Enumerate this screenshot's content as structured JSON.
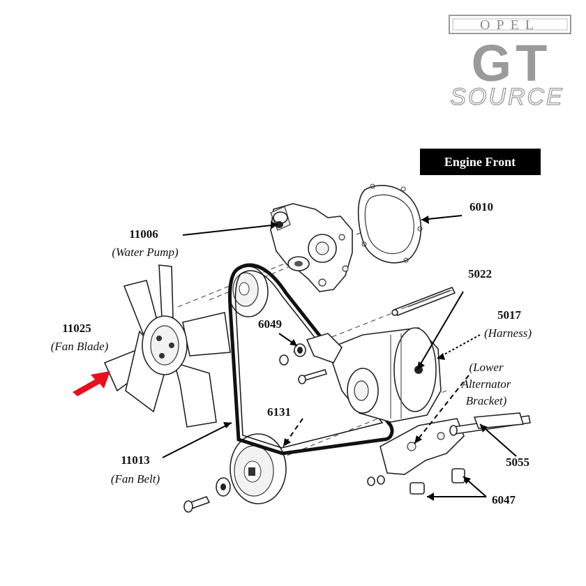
{
  "logo": {
    "brand": "OPEL",
    "model": "GT",
    "sub": "SOURCE"
  },
  "engine_front_label": "Engine Front",
  "parts": {
    "water_pump": {
      "number": "11006",
      "description": "(Water Pump)"
    },
    "fan_blade": {
      "number": "11025",
      "description": "(Fan Blade)"
    },
    "fan_belt": {
      "number": "11013",
      "description": "(Fan Belt)"
    },
    "gasket": {
      "number": "6010"
    },
    "alternator": {
      "number": "5022"
    },
    "harness": {
      "number": "5017",
      "description": "(Harness)"
    },
    "nut": {
      "number": "6049"
    },
    "pulley": {
      "number": "6131"
    },
    "lower_bracket": {
      "desc_line1": "(Lower",
      "desc_line2": "Alternator",
      "desc_line3": "Bracket)"
    },
    "bolt_5055": {
      "number": "5055"
    },
    "bushing": {
      "number": "6047"
    }
  },
  "colors": {
    "pointer_arrow": "#e8101a",
    "label_box": "#000000",
    "logo_gray": "#9a9a9a"
  },
  "icons": {
    "pointer": "red-arrow-icon"
  }
}
